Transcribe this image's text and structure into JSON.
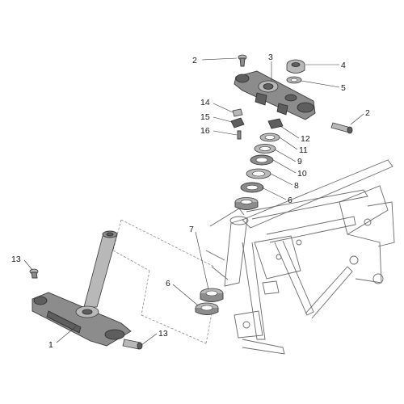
{
  "callouts": [
    {
      "id": "c-1",
      "text": "1"
    },
    {
      "id": "c-2a",
      "text": "2"
    },
    {
      "id": "c-2b",
      "text": "2"
    },
    {
      "id": "c-3",
      "text": "3"
    },
    {
      "id": "c-4",
      "text": "4"
    },
    {
      "id": "c-5",
      "text": "5"
    },
    {
      "id": "c-6a",
      "text": "6"
    },
    {
      "id": "c-6b",
      "text": "6"
    },
    {
      "id": "c-7",
      "text": "7"
    },
    {
      "id": "c-8",
      "text": "8"
    },
    {
      "id": "c-9",
      "text": "9"
    },
    {
      "id": "c-10",
      "text": "10"
    },
    {
      "id": "c-11",
      "text": "11"
    },
    {
      "id": "c-12",
      "text": "12"
    },
    {
      "id": "c-13a",
      "text": "13"
    },
    {
      "id": "c-13b",
      "text": "13"
    },
    {
      "id": "c-14",
      "text": "14"
    },
    {
      "id": "c-15",
      "text": "15"
    },
    {
      "id": "c-16",
      "text": "16"
    }
  ]
}
